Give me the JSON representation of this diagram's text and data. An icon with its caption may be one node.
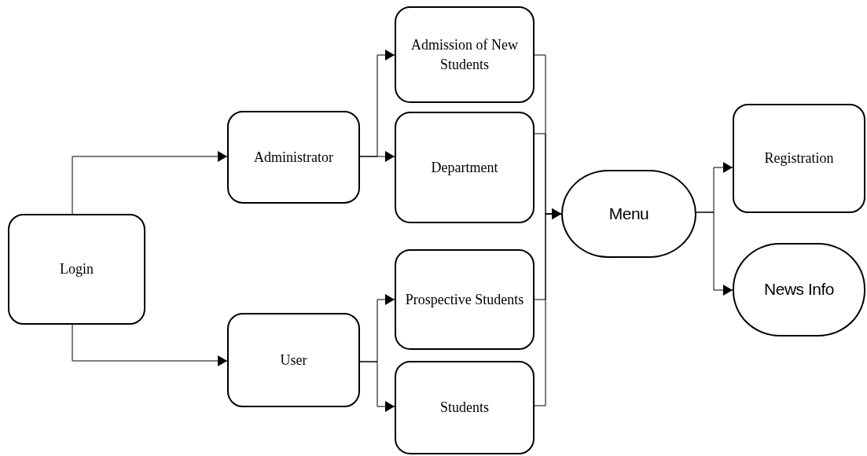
{
  "diagram": {
    "nodes": [
      {
        "text": [
          "Login"
        ]
      },
      {
        "text": [
          "Administrator"
        ]
      },
      {
        "text": [
          "User"
        ]
      },
      {
        "text": [
          "Admission of New Students"
        ]
      },
      {
        "text": [
          "Department"
        ]
      },
      {
        "text": [
          "Prospective Students"
        ]
      },
      {
        "text": [
          "Students"
        ]
      },
      {
        "text": [
          "Menu"
        ]
      },
      {
        "text": [
          "Registration"
        ]
      },
      {
        "text": [
          "News Info"
        ]
      }
    ],
    "edges": [
      {
        "from": 0,
        "to": 1,
        "arrow": "to"
      },
      {
        "from": 0,
        "to": 2,
        "arrow": "to"
      },
      {
        "from": 1,
        "to": 3,
        "arrow": "to"
      },
      {
        "from": 1,
        "to": 4,
        "arrow": "to"
      },
      {
        "from": 2,
        "to": 5,
        "arrow": "to"
      },
      {
        "from": 2,
        "to": 6,
        "arrow": "to"
      },
      {
        "from": 3,
        "to": 7,
        "arrow": "to"
      },
      {
        "from": 4,
        "to": 7,
        "arrow": "to"
      },
      {
        "from": 5,
        "to": 7,
        "arrow": "to"
      },
      {
        "from": 6,
        "to": 7,
        "arrow": "to"
      },
      {
        "from": 7,
        "to": 8,
        "arrow": "to"
      },
      {
        "from": 7,
        "to": 9,
        "arrow": "to"
      }
    ]
  }
}
